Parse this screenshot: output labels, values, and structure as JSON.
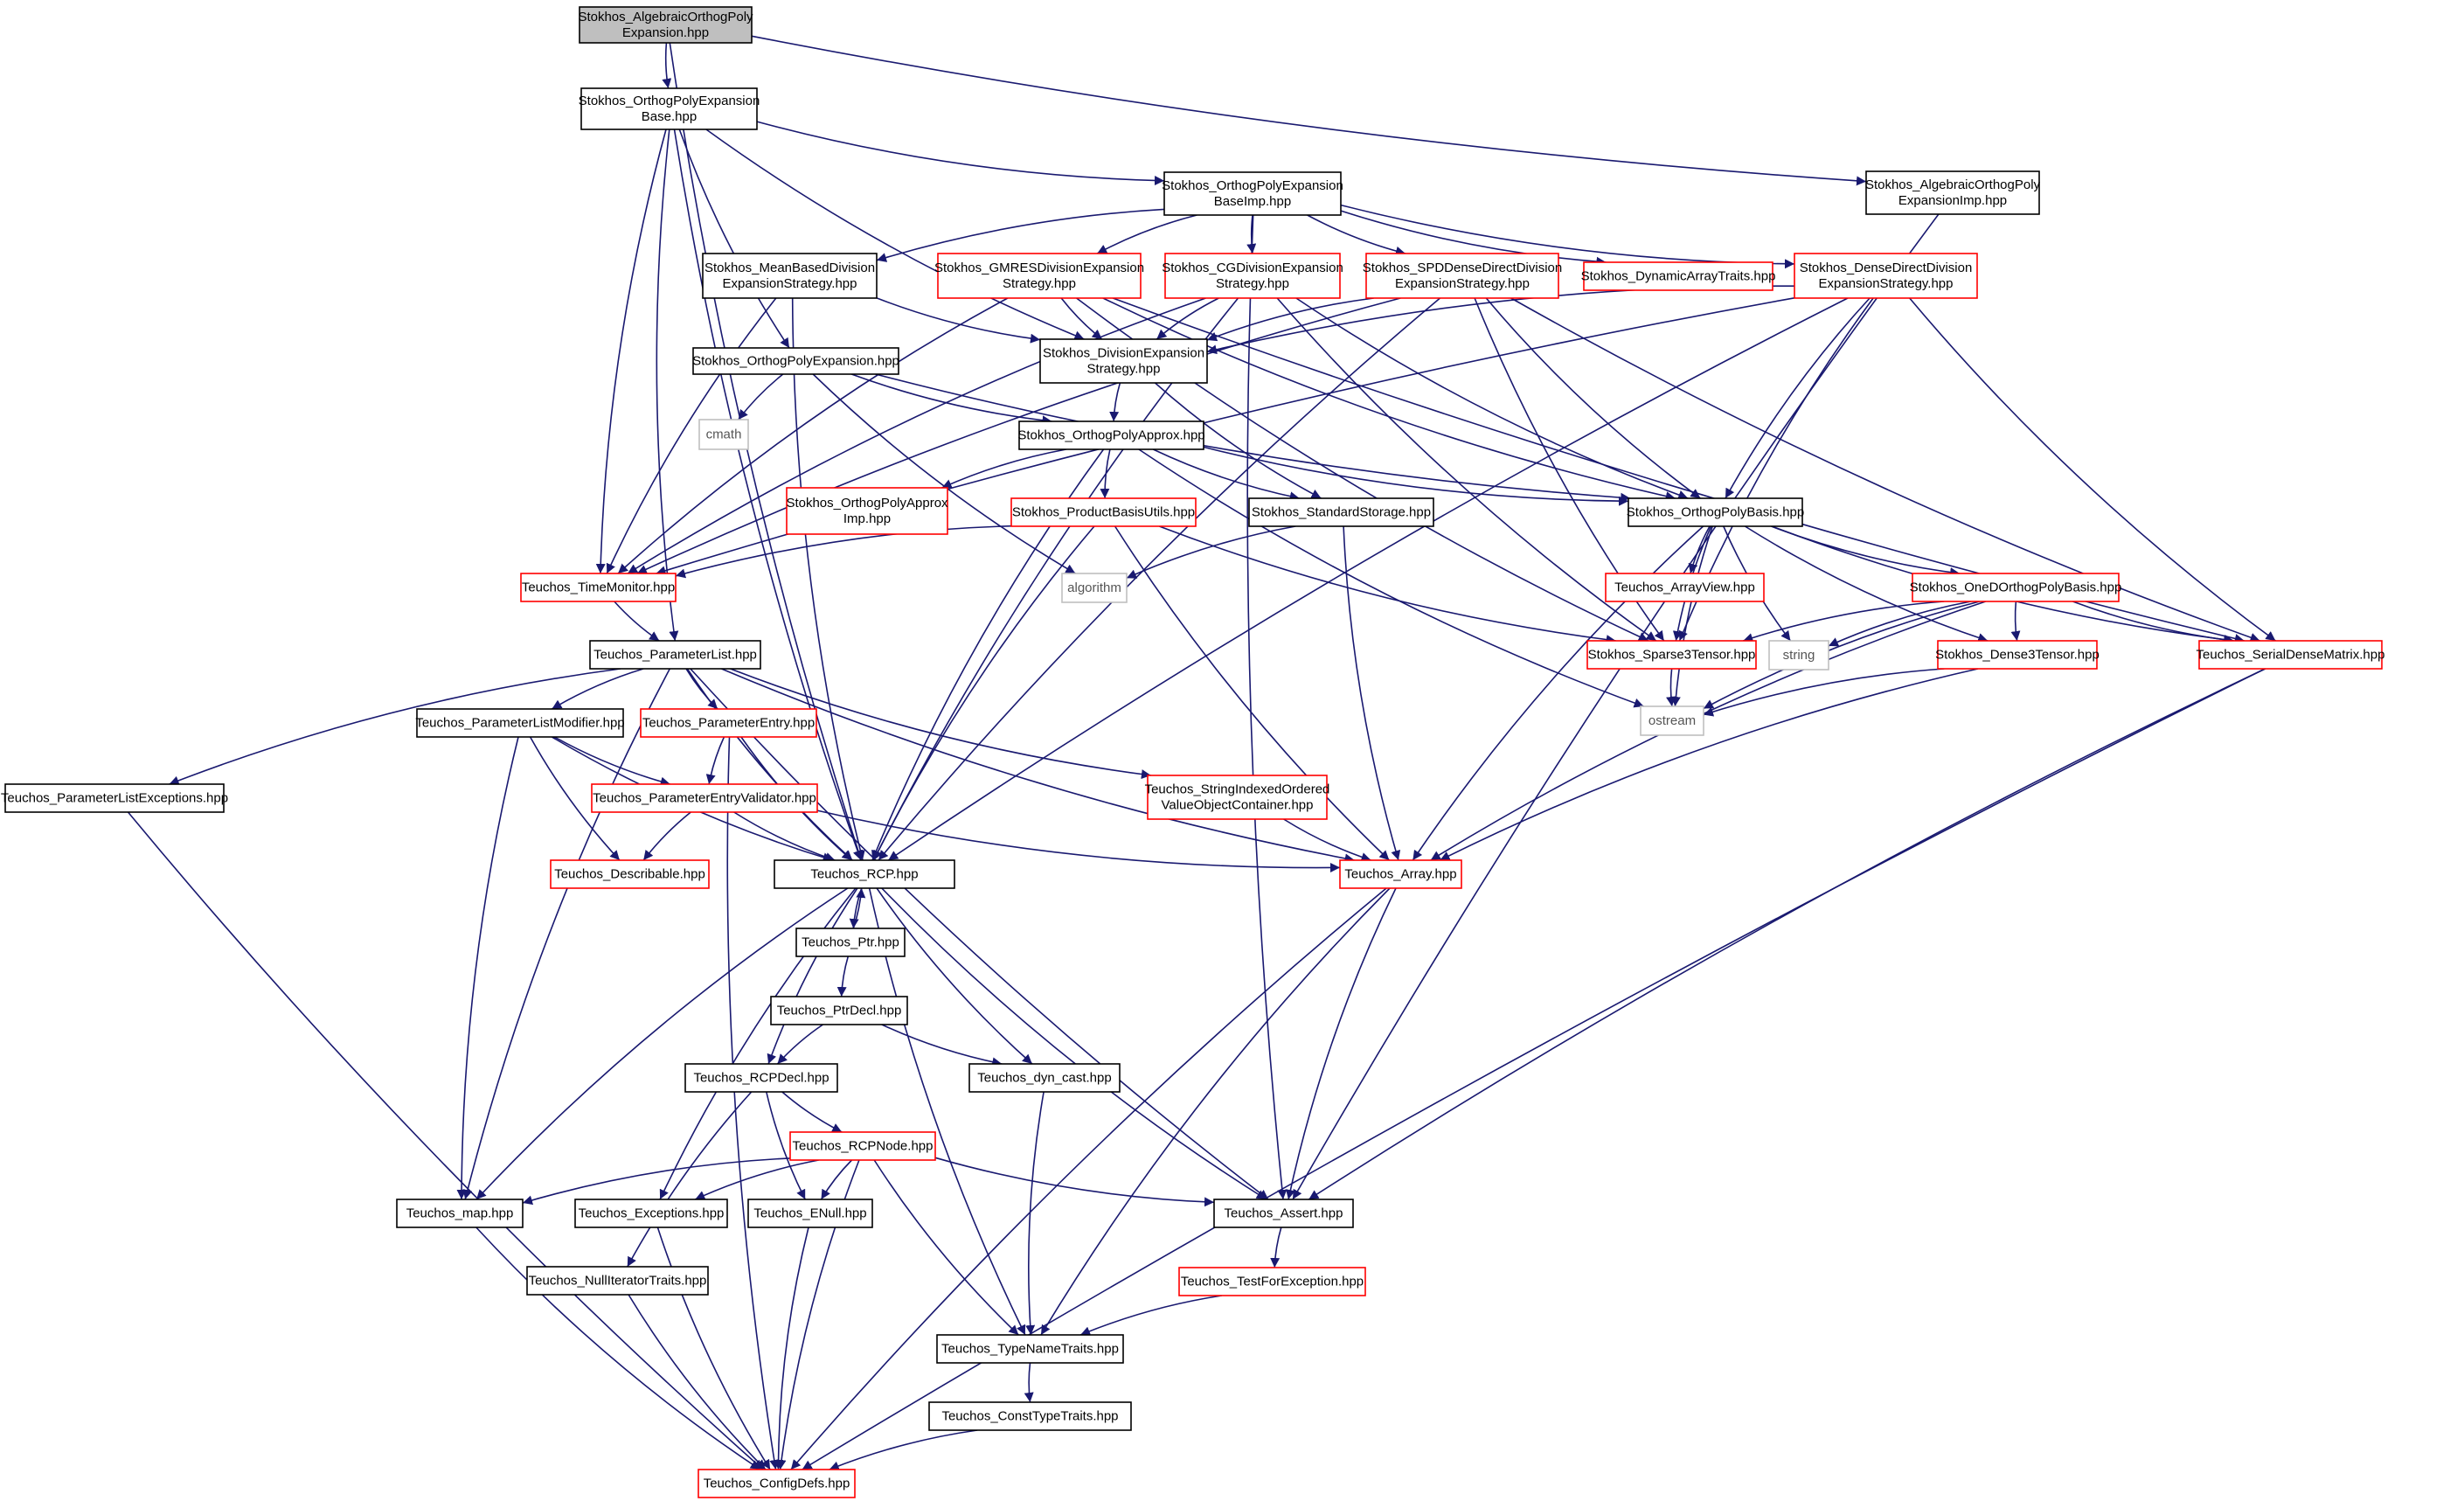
{
  "diagram": {
    "colors": {
      "edge": "#191970",
      "border_normal": "#000000",
      "border_red": "#ff0000",
      "border_gray": "#bfbfbf",
      "fill_root": "#bfbfbf",
      "fill_normal": "#ffffff",
      "background": "#ffffff"
    },
    "nodes": [
      {
        "id": "root",
        "name": "node-root",
        "style": "root",
        "lines": [
          "Stokhos_AlgebraicOrthogPoly",
          "Expansion.hpp"
        ]
      },
      {
        "id": "opeBase",
        "name": "node-orthogpolyexpansionbase",
        "style": "normal",
        "lines": [
          "Stokhos_OrthogPolyExpansion",
          "Base.hpp"
        ]
      },
      {
        "id": "algImp",
        "name": "node-algebraicorthogpolyexpansionimp",
        "style": "normal",
        "lines": [
          "Stokhos_AlgebraicOrthogPoly",
          "ExpansionImp.hpp"
        ]
      },
      {
        "id": "opeBaseImp",
        "name": "node-orthogpolyexpansionbaseimp",
        "style": "normal",
        "lines": [
          "Stokhos_OrthogPolyExpansion",
          "BaseImp.hpp"
        ]
      },
      {
        "id": "meanBased",
        "name": "node-meanbaseddivision",
        "style": "normal",
        "lines": [
          "Stokhos_MeanBasedDivision",
          "ExpansionStrategy.hpp"
        ]
      },
      {
        "id": "gmres",
        "name": "node-gmresdivision",
        "style": "red",
        "lines": [
          "Stokhos_GMRESDivisionExpansion",
          "Strategy.hpp"
        ]
      },
      {
        "id": "cg",
        "name": "node-cgdivision",
        "style": "red",
        "lines": [
          "Stokhos_CGDivisionExpansion",
          "Strategy.hpp"
        ]
      },
      {
        "id": "spd",
        "name": "node-spddensedirectdivision",
        "style": "red",
        "lines": [
          "Stokhos_SPDDenseDirectDivision",
          "ExpansionStrategy.hpp"
        ]
      },
      {
        "id": "dynArr",
        "name": "node-dynamicarraytraits",
        "style": "red",
        "lines": [
          "Stokhos_DynamicArrayTraits.hpp"
        ]
      },
      {
        "id": "denseDirect",
        "name": "node-densedirectdivision",
        "style": "red",
        "lines": [
          "Stokhos_DenseDirectDivision",
          "ExpansionStrategy.hpp"
        ]
      },
      {
        "id": "ope",
        "name": "node-orthogpolyexpansion",
        "style": "normal",
        "lines": [
          "Stokhos_OrthogPolyExpansion.hpp"
        ]
      },
      {
        "id": "divExp",
        "name": "node-divisionexpansionstrategy",
        "style": "normal",
        "lines": [
          "Stokhos_DivisionExpansion",
          "Strategy.hpp"
        ]
      },
      {
        "id": "cmath",
        "name": "node-cmath",
        "style": "gray",
        "lines": [
          "cmath"
        ]
      },
      {
        "id": "opApprox",
        "name": "node-orthogpolyapprox",
        "style": "normal",
        "lines": [
          "Stokhos_OrthogPolyApprox.hpp"
        ]
      },
      {
        "id": "opApproxImp",
        "name": "node-orthogpolyapproximp",
        "style": "red",
        "lines": [
          "Stokhos_OrthogPolyApprox",
          "Imp.hpp"
        ]
      },
      {
        "id": "pbu",
        "name": "node-productbasisutils",
        "style": "red",
        "lines": [
          "Stokhos_ProductBasisUtils.hpp"
        ]
      },
      {
        "id": "stdStor",
        "name": "node-standardstorage",
        "style": "normal",
        "lines": [
          "Stokhos_StandardStorage.hpp"
        ]
      },
      {
        "id": "opBasis",
        "name": "node-orthogpolybasis",
        "style": "normal",
        "lines": [
          "Stokhos_OrthogPolyBasis.hpp"
        ]
      },
      {
        "id": "timeMon",
        "name": "node-timemonitor",
        "style": "red",
        "lines": [
          "Teuchos_TimeMonitor.hpp"
        ]
      },
      {
        "id": "algorithm",
        "name": "node-algorithm",
        "style": "gray",
        "lines": [
          "algorithm"
        ]
      },
      {
        "id": "arrView",
        "name": "node-arrayview",
        "style": "red",
        "lines": [
          "Teuchos_ArrayView.hpp"
        ]
      },
      {
        "id": "oneD",
        "name": "node-onedorthogpolybasis",
        "style": "red",
        "lines": [
          "Stokhos_OneDOrthogPolyBasis.hpp"
        ]
      },
      {
        "id": "plist",
        "name": "node-parameterlist",
        "style": "normal",
        "lines": [
          "Teuchos_ParameterList.hpp"
        ]
      },
      {
        "id": "sparse3",
        "name": "node-sparse3tensor",
        "style": "red",
        "lines": [
          "Stokhos_Sparse3Tensor.hpp"
        ]
      },
      {
        "id": "string",
        "name": "node-string",
        "style": "gray",
        "lines": [
          "string"
        ]
      },
      {
        "id": "dense3",
        "name": "node-dense3tensor",
        "style": "red",
        "lines": [
          "Stokhos_Dense3Tensor.hpp"
        ]
      },
      {
        "id": "serialDense",
        "name": "node-serialdensematrix",
        "style": "red",
        "lines": [
          "Teuchos_SerialDenseMatrix.hpp"
        ]
      },
      {
        "id": "ostream",
        "name": "node-ostream",
        "style": "gray",
        "lines": [
          "ostream"
        ]
      },
      {
        "id": "plistMod",
        "name": "node-parameterlistmodifier",
        "style": "normal",
        "lines": [
          "Teuchos_ParameterListModifier.hpp"
        ]
      },
      {
        "id": "pEntry",
        "name": "node-parameterentry",
        "style": "red",
        "lines": [
          "Teuchos_ParameterEntry.hpp"
        ]
      },
      {
        "id": "sivo",
        "name": "node-stringindexedorderedvalueobjectcontainer",
        "style": "red",
        "lines": [
          "Teuchos_StringIndexedOrdered",
          "ValueObjectContainer.hpp"
        ]
      },
      {
        "id": "plistExc",
        "name": "node-parameterlistexceptions",
        "style": "normal",
        "lines": [
          "Teuchos_ParameterListExceptions.hpp"
        ]
      },
      {
        "id": "pev",
        "name": "node-parameterentryvalidator",
        "style": "red",
        "lines": [
          "Teuchos_ParameterEntryValidator.hpp"
        ]
      },
      {
        "id": "describ",
        "name": "node-describable",
        "style": "red",
        "lines": [
          "Teuchos_Describable.hpp"
        ]
      },
      {
        "id": "rcp",
        "name": "node-rcp",
        "style": "normal",
        "lines": [
          "Teuchos_RCP.hpp"
        ]
      },
      {
        "id": "array",
        "name": "node-array",
        "style": "red",
        "lines": [
          "Teuchos_Array.hpp"
        ]
      },
      {
        "id": "ptr",
        "name": "node-ptr",
        "style": "normal",
        "lines": [
          "Teuchos_Ptr.hpp"
        ]
      },
      {
        "id": "ptrDecl",
        "name": "node-ptrdecl",
        "style": "normal",
        "lines": [
          "Teuchos_PtrDecl.hpp"
        ]
      },
      {
        "id": "rcpDecl",
        "name": "node-rcpdecl",
        "style": "normal",
        "lines": [
          "Teuchos_RCPDecl.hpp"
        ]
      },
      {
        "id": "dynCast",
        "name": "node-dyncast",
        "style": "normal",
        "lines": [
          "Teuchos_dyn_cast.hpp"
        ]
      },
      {
        "id": "rcpNode",
        "name": "node-rcpnode",
        "style": "red",
        "lines": [
          "Teuchos_RCPNode.hpp"
        ]
      },
      {
        "id": "map",
        "name": "node-map",
        "style": "normal",
        "lines": [
          "Teuchos_map.hpp"
        ]
      },
      {
        "id": "exc",
        "name": "node-exceptions",
        "style": "normal",
        "lines": [
          "Teuchos_Exceptions.hpp"
        ]
      },
      {
        "id": "enull",
        "name": "node-enull",
        "style": "normal",
        "lines": [
          "Teuchos_ENull.hpp"
        ]
      },
      {
        "id": "assert",
        "name": "node-assert",
        "style": "normal",
        "lines": [
          "Teuchos_Assert.hpp"
        ]
      },
      {
        "id": "nullIt",
        "name": "node-nulliteratortraits",
        "style": "normal",
        "lines": [
          "Teuchos_NullIteratorTraits.hpp"
        ]
      },
      {
        "id": "testExc",
        "name": "node-testforexception",
        "style": "red",
        "lines": [
          "Teuchos_TestForException.hpp"
        ]
      },
      {
        "id": "typeName",
        "name": "node-typenametraits",
        "style": "normal",
        "lines": [
          "Teuchos_TypeNameTraits.hpp"
        ]
      },
      {
        "id": "constType",
        "name": "node-consttypetraits",
        "style": "normal",
        "lines": [
          "Teuchos_ConstTypeTraits.hpp"
        ]
      },
      {
        "id": "configDefs",
        "name": "node-configdefs",
        "style": "red",
        "lines": [
          "Teuchos_ConfigDefs.hpp"
        ]
      }
    ],
    "edges": [
      [
        "root",
        "opeBase"
      ],
      [
        "root",
        "algImp"
      ],
      [
        "root",
        "rcp"
      ],
      [
        "opeBase",
        "opeBaseImp"
      ],
      [
        "opeBase",
        "ope"
      ],
      [
        "opeBase",
        "divExp"
      ],
      [
        "opeBase",
        "timeMon"
      ],
      [
        "opeBase",
        "plist"
      ],
      [
        "opeBase",
        "rcp"
      ],
      [
        "algImp",
        "assert"
      ],
      [
        "opeBaseImp",
        "meanBased"
      ],
      [
        "opeBaseImp",
        "gmres"
      ],
      [
        "opeBaseImp",
        "cg"
      ],
      [
        "opeBaseImp",
        "spd"
      ],
      [
        "opeBaseImp",
        "dynArr"
      ],
      [
        "opeBaseImp",
        "denseDirect"
      ],
      [
        "opeBaseImp",
        "assert"
      ],
      [
        "meanBased",
        "divExp"
      ],
      [
        "meanBased",
        "timeMon"
      ],
      [
        "meanBased",
        "rcp"
      ],
      [
        "gmres",
        "divExp"
      ],
      [
        "gmres",
        "opBasis"
      ],
      [
        "gmres",
        "timeMon"
      ],
      [
        "gmres",
        "sparse3"
      ],
      [
        "gmres",
        "serialDense"
      ],
      [
        "cg",
        "divExp"
      ],
      [
        "cg",
        "opBasis"
      ],
      [
        "cg",
        "timeMon"
      ],
      [
        "cg",
        "rcp"
      ],
      [
        "cg",
        "sparse3"
      ],
      [
        "spd",
        "divExp"
      ],
      [
        "spd",
        "opBasis"
      ],
      [
        "spd",
        "timeMon"
      ],
      [
        "spd",
        "rcp"
      ],
      [
        "spd",
        "sparse3"
      ],
      [
        "spd",
        "serialDense"
      ],
      [
        "denseDirect",
        "divExp"
      ],
      [
        "denseDirect",
        "opBasis"
      ],
      [
        "denseDirect",
        "timeMon"
      ],
      [
        "denseDirect",
        "rcp"
      ],
      [
        "denseDirect",
        "sparse3"
      ],
      [
        "denseDirect",
        "serialDense"
      ],
      [
        "ope",
        "opApprox"
      ],
      [
        "ope",
        "cmath"
      ],
      [
        "ope",
        "algorithm"
      ],
      [
        "ope",
        "opBasis"
      ],
      [
        "divExp",
        "opApprox"
      ],
      [
        "divExp",
        "stdStor"
      ],
      [
        "opApprox",
        "opApproxImp"
      ],
      [
        "opApprox",
        "pbu"
      ],
      [
        "opApprox",
        "stdStor"
      ],
      [
        "opApprox",
        "opBasis"
      ],
      [
        "opApprox",
        "rcp"
      ],
      [
        "opApprox",
        "ostream"
      ],
      [
        "pbu",
        "timeMon"
      ],
      [
        "pbu",
        "sparse3"
      ],
      [
        "pbu",
        "rcp"
      ],
      [
        "pbu",
        "array"
      ],
      [
        "stdStor",
        "algorithm"
      ],
      [
        "stdStor",
        "array"
      ],
      [
        "opBasis",
        "arrView"
      ],
      [
        "opBasis",
        "oneD"
      ],
      [
        "opBasis",
        "sparse3"
      ],
      [
        "opBasis",
        "dense3"
      ],
      [
        "opBasis",
        "serialDense"
      ],
      [
        "opBasis",
        "string"
      ],
      [
        "opBasis",
        "ostream"
      ],
      [
        "opBasis",
        "array"
      ],
      [
        "timeMon",
        "plist"
      ],
      [
        "oneD",
        "sparse3"
      ],
      [
        "oneD",
        "dense3"
      ],
      [
        "oneD",
        "serialDense"
      ],
      [
        "oneD",
        "string"
      ],
      [
        "oneD",
        "ostream"
      ],
      [
        "oneD",
        "array"
      ],
      [
        "sparse3",
        "ostream"
      ],
      [
        "dense3",
        "ostream"
      ],
      [
        "dense3",
        "array"
      ],
      [
        "serialDense",
        "assert"
      ],
      [
        "serialDense",
        "configDefs"
      ],
      [
        "plist",
        "plistMod"
      ],
      [
        "plist",
        "pEntry"
      ],
      [
        "plist",
        "sivo"
      ],
      [
        "plist",
        "plistExc"
      ],
      [
        "plist",
        "rcp"
      ],
      [
        "plist",
        "array"
      ],
      [
        "plist",
        "assert"
      ],
      [
        "plist",
        "map"
      ],
      [
        "plistMod",
        "pev"
      ],
      [
        "plistMod",
        "describ"
      ],
      [
        "plistMod",
        "rcp"
      ],
      [
        "plistMod",
        "map"
      ],
      [
        "pEntry",
        "pev"
      ],
      [
        "pEntry",
        "rcp"
      ],
      [
        "pEntry",
        "configDefs"
      ],
      [
        "sivo",
        "array"
      ],
      [
        "plistExc",
        "configDefs"
      ],
      [
        "pev",
        "describ"
      ],
      [
        "pev",
        "rcp"
      ],
      [
        "pev",
        "array"
      ],
      [
        "rcp",
        "ptr"
      ],
      [
        "rcp",
        "rcpDecl"
      ],
      [
        "rcp",
        "dynCast"
      ],
      [
        "rcp",
        "assert"
      ],
      [
        "rcp",
        "map"
      ],
      [
        "rcp",
        "exc"
      ],
      [
        "rcp",
        "typeName"
      ],
      [
        "ptr",
        "rcp"
      ],
      [
        "ptr",
        "ptrDecl"
      ],
      [
        "ptrDecl",
        "rcpDecl"
      ],
      [
        "ptrDecl",
        "dynCast"
      ],
      [
        "rcpDecl",
        "rcpNode"
      ],
      [
        "rcpDecl",
        "enull"
      ],
      [
        "rcpDecl",
        "nullIt"
      ],
      [
        "array",
        "assert"
      ],
      [
        "array",
        "typeName"
      ],
      [
        "array",
        "configDefs"
      ],
      [
        "dynCast",
        "typeName"
      ],
      [
        "rcpNode",
        "map"
      ],
      [
        "rcpNode",
        "exc"
      ],
      [
        "rcpNode",
        "enull"
      ],
      [
        "rcpNode",
        "assert"
      ],
      [
        "rcpNode",
        "typeName"
      ],
      [
        "rcpNode",
        "configDefs"
      ],
      [
        "map",
        "configDefs"
      ],
      [
        "exc",
        "configDefs"
      ],
      [
        "enull",
        "configDefs"
      ],
      [
        "assert",
        "testExc"
      ],
      [
        "testExc",
        "typeName"
      ],
      [
        "nullIt",
        "configDefs"
      ],
      [
        "typeName",
        "constType"
      ],
      [
        "constType",
        "configDefs"
      ]
    ]
  }
}
